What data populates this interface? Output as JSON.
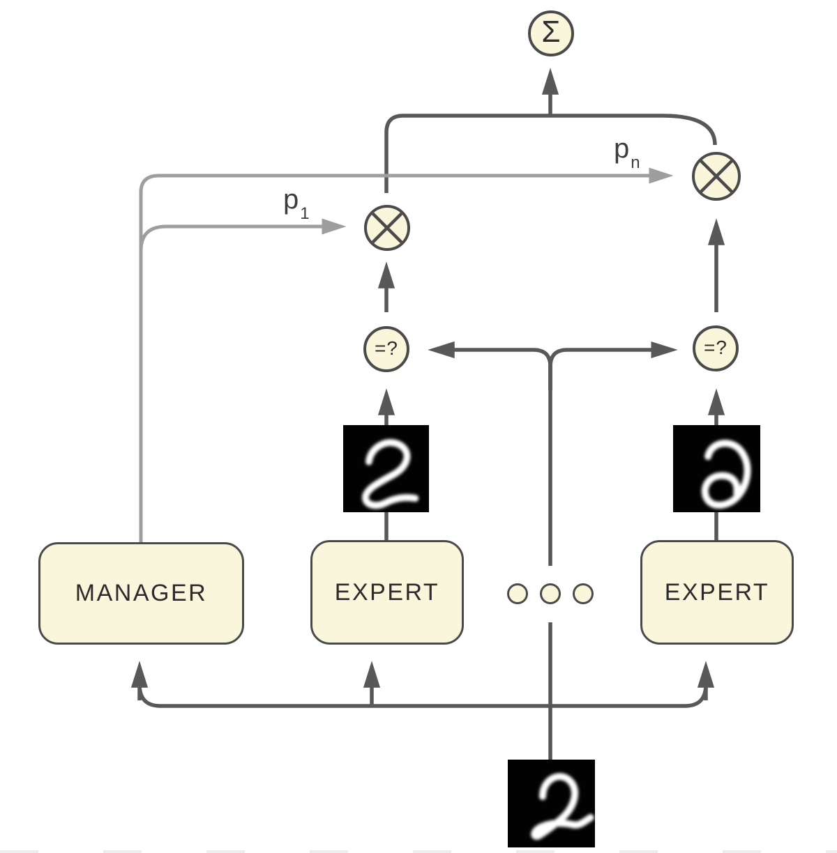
{
  "colors": {
    "cream": "#faf6dc",
    "ink": "#2e2e2e",
    "line-dark": "#58585a",
    "line-gray": "#9e9e9e",
    "node-border": "#4a4a4a"
  },
  "nodes": {
    "sum_symbol": "Σ",
    "compare_left": "=?",
    "compare_right": "=?"
  },
  "boxes": {
    "manager": "MANAGER",
    "expert_left": "EXPERT",
    "expert_right": "EXPERT"
  },
  "gate_labels": {
    "p1": {
      "base": "p",
      "sub": "1"
    },
    "pn": {
      "base": "p",
      "sub": "n"
    }
  },
  "digits": {
    "left": "handwritten digit 2 (expert 1 output)",
    "right": "handwritten digit 2 (expert n output)",
    "bottom": "handwritten digit 2 (input image)"
  }
}
